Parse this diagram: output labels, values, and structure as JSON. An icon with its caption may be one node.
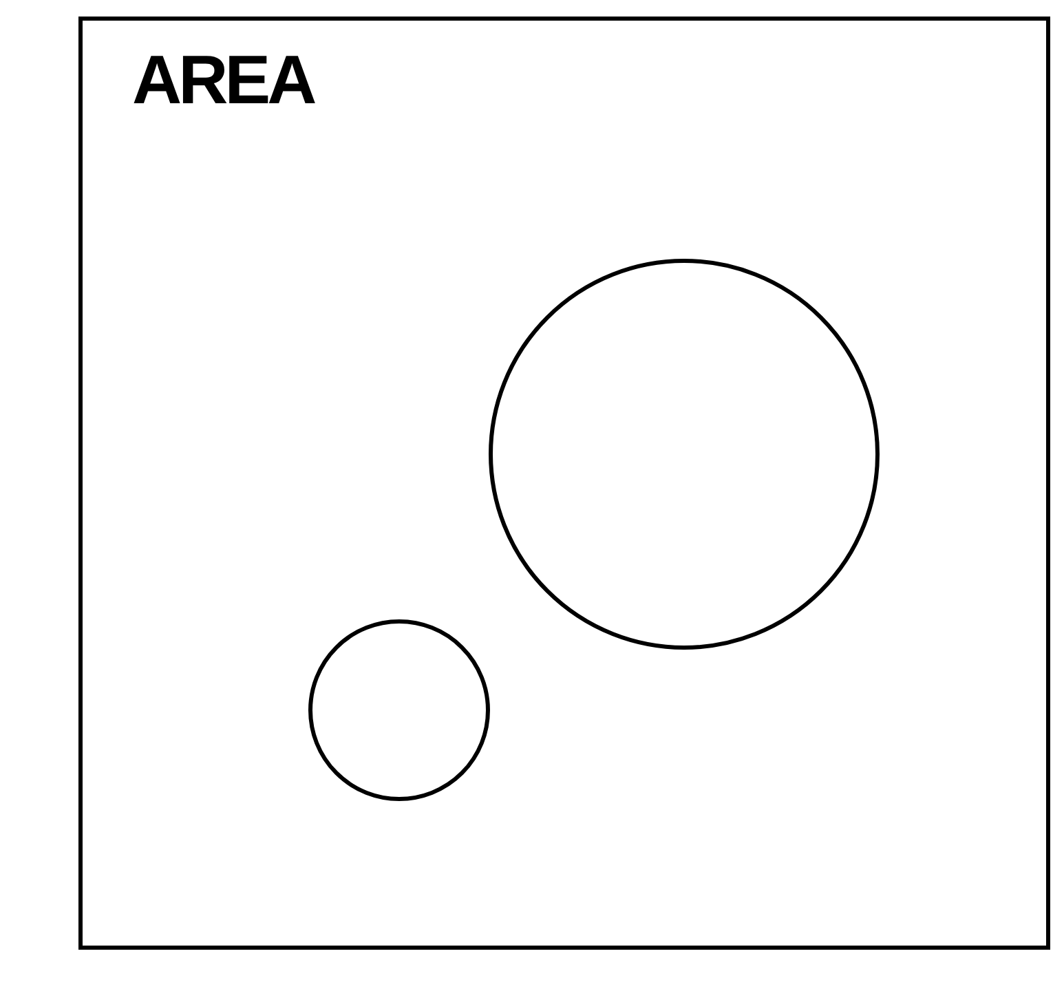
{
  "diagram": {
    "nodes": [
      {
        "text": [
          "AREA"
        ]
      },
      {
        "text": [],
        "shape": "circle",
        "in": 0
      },
      {
        "text": [],
        "shape": "circle",
        "in": 0
      }
    ]
  }
}
